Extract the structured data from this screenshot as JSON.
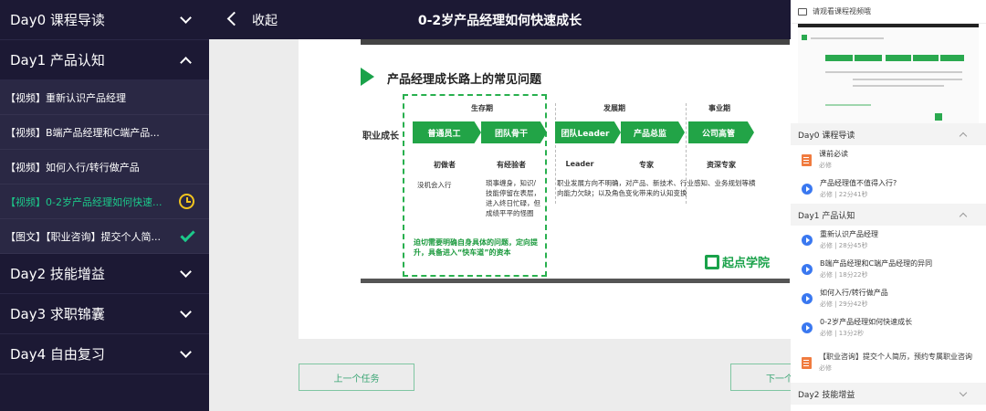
{
  "sidebar": {
    "sections": [
      {
        "label": "Day0 课程导读"
      },
      {
        "label": "Day1 产品认知"
      },
      {
        "label": "Day2 技能增益"
      },
      {
        "label": "Day3 求职锦囊"
      },
      {
        "label": "Day4 自由复习"
      }
    ],
    "day1_items": [
      {
        "label": "【视频】重新认识产品经理"
      },
      {
        "label": "【视频】B端产品经理和C端产品..."
      },
      {
        "label": "【视频】如何入行/转行做产品"
      },
      {
        "label": "【视频】0-2岁产品经理如何快速..."
      },
      {
        "label": "【图文】【职业咨询】提交个人简..."
      }
    ]
  },
  "topbar": {
    "back_label": "收起",
    "title": "0-2岁产品经理如何快速成长"
  },
  "slide": {
    "heading": "产品经理成长路上的常见问题",
    "stages": [
      "生存期",
      "发展期",
      "事业期"
    ],
    "row_label": "职业成长",
    "steps": [
      "普通员工",
      "团队骨干",
      "团队Leader",
      "产品总监",
      "公司高管"
    ],
    "roles": [
      "初做者",
      "有经验者",
      "Leader",
      "专家",
      "资深专家"
    ],
    "desc_1": "没机会入行",
    "desc_2": "琐事缠身，知识/技能停留在表层，进入终日忙碌，但成绩平平的怪圈",
    "desc_3": "职业发展方向不明确，对产品、新技术、行业感知、业务规划等横向能力欠缺；以及角色变化带来的认知变换",
    "green_note": "迫切需要明确自身具体的问题，定向提升，具备进入“快车道”的资本",
    "logo": "起点学院"
  },
  "nav": {
    "prev": "上一个任务",
    "next": "下一个"
  },
  "right_panel": {
    "header": "请观看课程视频哦",
    "sections": [
      {
        "label": "Day0 课程导读",
        "items": [
          {
            "title": "课前必读",
            "meta": "必修",
            "type": "doc"
          },
          {
            "title": "产品经理值不值得入行?",
            "meta": "必修 | 22分41秒",
            "type": "video"
          }
        ]
      },
      {
        "label": "Day1 产品认知",
        "items": [
          {
            "title": "重新认识产品经理",
            "meta": "必修 | 28分45秒",
            "type": "video"
          },
          {
            "title": "B端产品经理和C端产品经理的异同",
            "meta": "必修 | 18分22秒",
            "type": "video"
          },
          {
            "title": "如何入行/转行做产品",
            "meta": "必修 | 29分42秒",
            "type": "video"
          },
          {
            "title": "0-2岁产品经理如何快速成长",
            "meta": "必修 | 13分2秒",
            "type": "video"
          },
          {
            "title": "【职业咨询】提交个人简历，预约专属职业咨询",
            "meta": "必修",
            "type": "doc"
          }
        ]
      },
      {
        "label": "Day2 技能增益"
      }
    ]
  },
  "colors": {
    "sidebar_bg": "#1c1934",
    "active_green": "#1cc98a",
    "slide_green": "#22a447",
    "clock_yellow": "#f2c41e",
    "video_blue": "#3a78f0",
    "doc_orange": "#f07b3f"
  }
}
